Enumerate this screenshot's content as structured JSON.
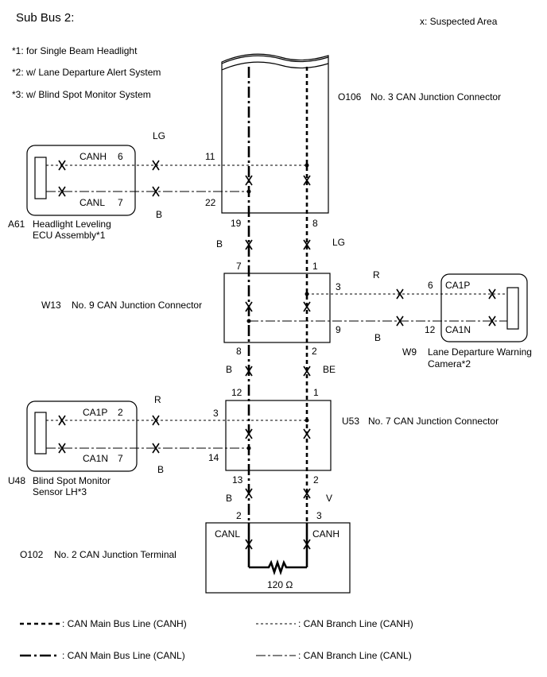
{
  "title": "Sub Bus 2:",
  "suspected_area": "x: Suspected Area",
  "notes": [
    "*1: for Single Beam Headlight",
    "*2: w/ Lane Departure Alert System",
    "*3: w/ Blind Spot Monitor System"
  ],
  "components": {
    "o106": {
      "code": "O106",
      "name": "No. 3 CAN Junction Connector"
    },
    "w13": {
      "code": "W13",
      "name": "No. 9 CAN Junction Connector"
    },
    "u53": {
      "code": "U53",
      "name": "No. 7 CAN Junction Connector"
    },
    "o102": {
      "code": "O102",
      "name": "No. 2 CAN Junction Terminal",
      "resistor": "120 Ω"
    },
    "a61": {
      "code": "A61",
      "line1": "Headlight Leveling",
      "line2": "ECU Assembly*1"
    },
    "w9": {
      "code": "W9",
      "line1": "Lane Departure Warning",
      "line2": "Camera*2"
    },
    "u48": {
      "code": "U48",
      "line1": "Blind Spot Monitor",
      "line2": "Sensor LH*3"
    }
  },
  "signals": {
    "canh": "CANH",
    "canl": "CANL",
    "ca1p": "CA1P",
    "ca1n": "CA1N"
  },
  "wire_colors": {
    "a61_h": "LG",
    "a61_l": "B",
    "o106_w13_l": "B",
    "o106_w13_h": "LG",
    "w9_h": "R",
    "w9_l": "B",
    "w13_u53_l": "B",
    "w13_u53_h": "BE",
    "u48_h": "R",
    "u48_l": "B",
    "u53_o102_l": "B",
    "u53_o102_h": "V"
  },
  "pins": {
    "a61_canh": "6",
    "a61_canl": "7",
    "o106_11": "11",
    "o106_22": "22",
    "o106_19": "19",
    "o106_8": "8",
    "w13_7": "7",
    "w13_1": "1",
    "w13_3": "3",
    "w13_9": "9",
    "w13_8": "8",
    "w13_2": "2",
    "w9_ca1p": "6",
    "w9_ca1n": "12",
    "u53_12": "12",
    "u53_1": "1",
    "u53_3": "3",
    "u53_14": "14",
    "u53_13": "13",
    "u53_2": "2",
    "u48_ca1p": "2",
    "u48_ca1n": "7",
    "o102_2": "2",
    "o102_3": "3"
  },
  "legend": {
    "main_canh": ": CAN Main Bus Line (CANH)",
    "main_canl": ": CAN Main Bus Line (CANL)",
    "branch_canh": ": CAN Branch Line (CANH)",
    "branch_canl": ": CAN Branch Line (CANL)"
  }
}
